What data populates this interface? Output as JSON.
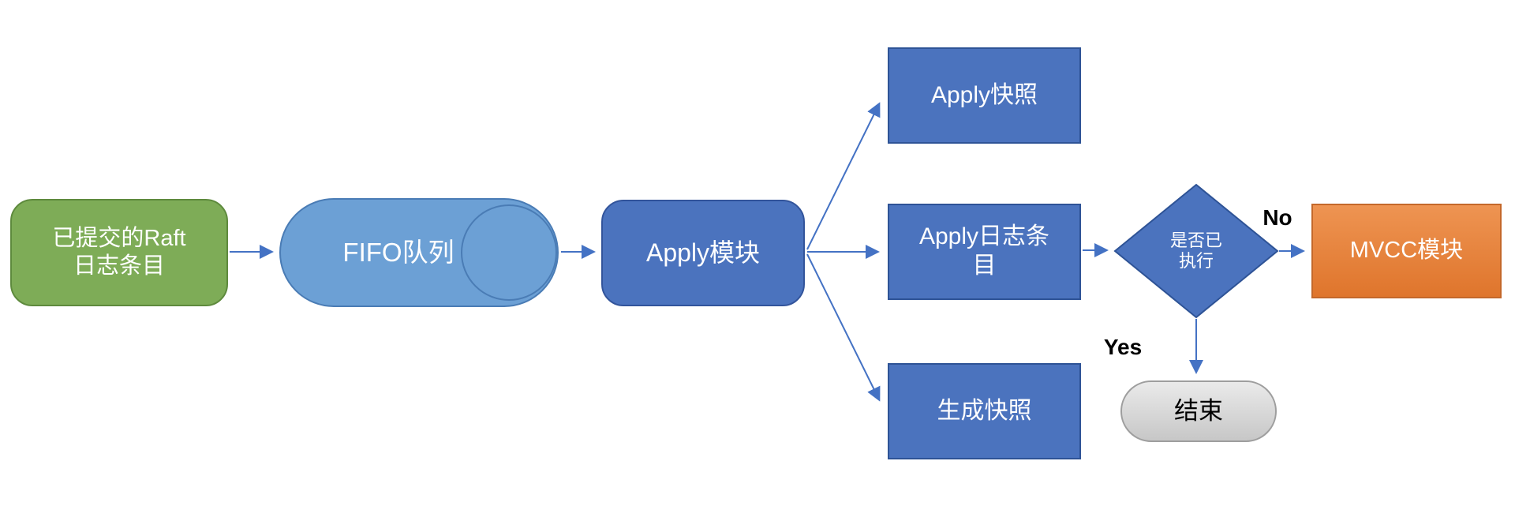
{
  "nodes": {
    "committed_raft": {
      "line1": "已提交的Raft",
      "line2": "日志条目"
    },
    "fifo_queue": {
      "label": "FIFO队列"
    },
    "apply_module": {
      "label": "Apply模块"
    },
    "apply_snapshot": {
      "label": "Apply快照"
    },
    "apply_log_entries": {
      "line1": "Apply日志条",
      "line2": "目"
    },
    "generate_snapshot": {
      "label": "生成快照"
    },
    "decision_executed": {
      "line1": "是否已",
      "line2": "执行"
    },
    "mvcc_module": {
      "label": "MVCC模块"
    },
    "end_node": {
      "label": "结束"
    }
  },
  "edge_labels": {
    "no": "No",
    "yes": "Yes"
  },
  "colors": {
    "green_fill": "#7EAC57",
    "green_border": "#5E8A3D",
    "cylinder_fill": "#6CA0D5",
    "cylinder_border": "#4A7CB5",
    "blue_fill": "#4B73BE",
    "blue_border": "#2E5396",
    "orange_fill": "#ED7D31",
    "orange_border": "#C4682A",
    "gray_fill": "#D9D9D9",
    "gray_border": "#9E9E9E",
    "arrow": "#4472C4"
  }
}
